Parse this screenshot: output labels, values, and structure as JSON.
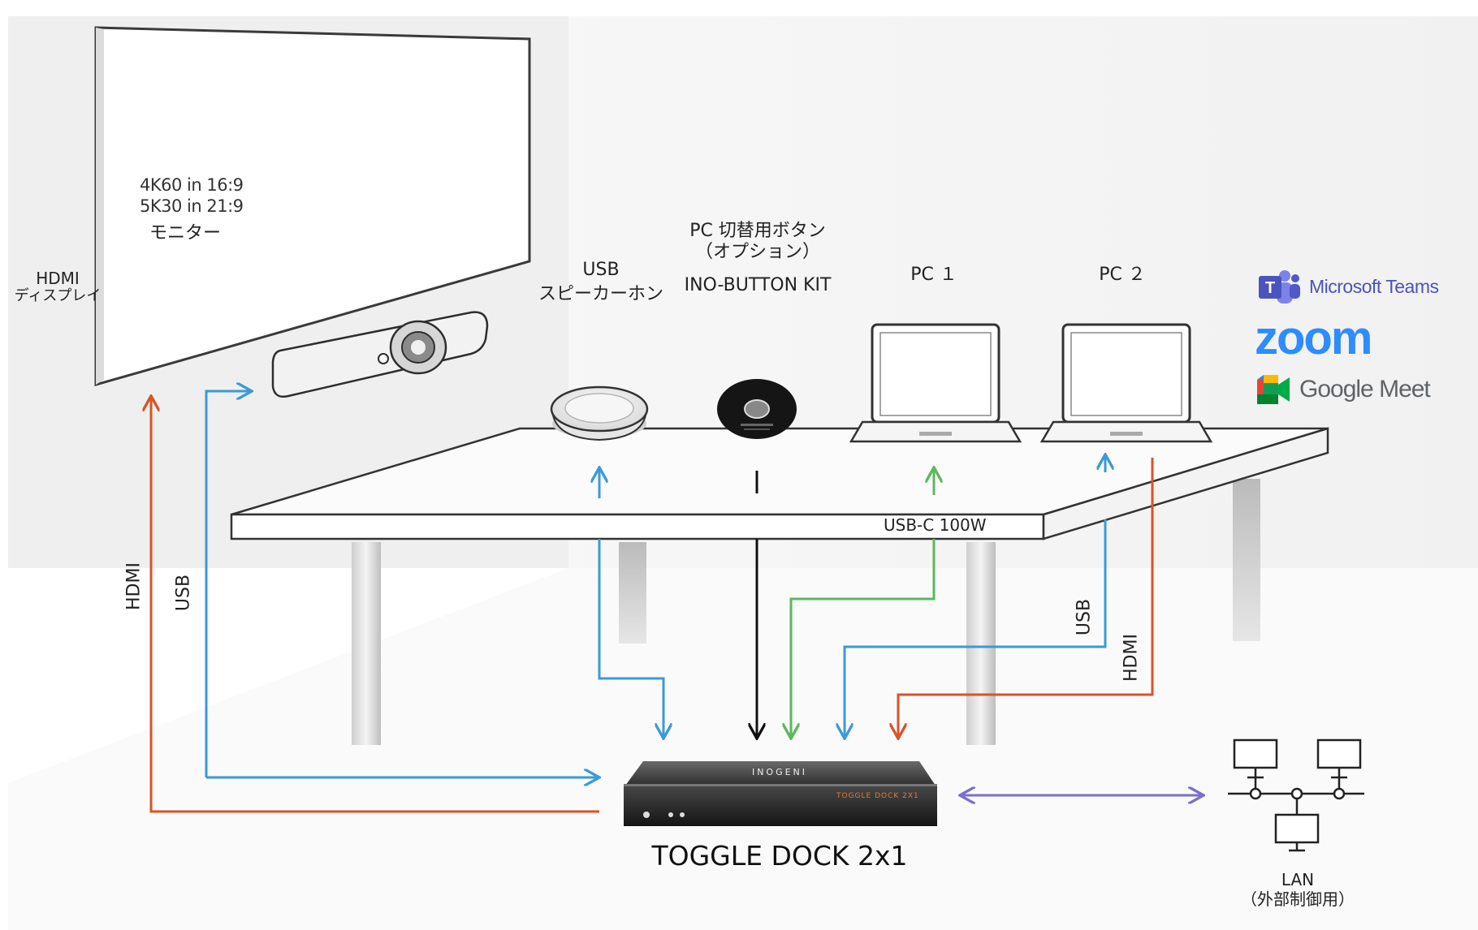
{
  "monitor": {
    "spec_line1": "4K60 in 16:9",
    "spec_line2": "5K30 in 21:9",
    "label": "モニター"
  },
  "hdmi_display": {
    "line1": "HDMI",
    "line2": "ディスプレイ"
  },
  "speakerphone": {
    "line1": "USB",
    "line2": "スピーカーホン"
  },
  "ino_button": {
    "line1": "PC 切替用ボタン",
    "line2": "（オプション）",
    "line3": "INO-BUTTON KIT"
  },
  "pc1": {
    "label": "PC １"
  },
  "pc2": {
    "label": "PC ２"
  },
  "platforms": {
    "teams": "Microsoft Teams",
    "zoom": "zoom",
    "meet": "Google Meet"
  },
  "cables": {
    "usbc": "USB-C 100W",
    "left_hdmi": "HDMI",
    "left_usb": "USB",
    "right_usb": "USB",
    "right_hdmi": "HDMI"
  },
  "device": {
    "name": "TOGGLE DOCK 2x1",
    "brand_print": "INOGENI",
    "model_print": "TOGGLE DOCK 2X1"
  },
  "lan": {
    "line1": "LAN",
    "line2": "（外部制御用）"
  },
  "colors": {
    "hdmi": "#d9532a",
    "usb": "#3a9ad9",
    "usbc": "#5cb85c",
    "button": "#111111",
    "lan": "#7b6fc9",
    "teams": "#5059c9",
    "zoom": "#2d8cff"
  }
}
